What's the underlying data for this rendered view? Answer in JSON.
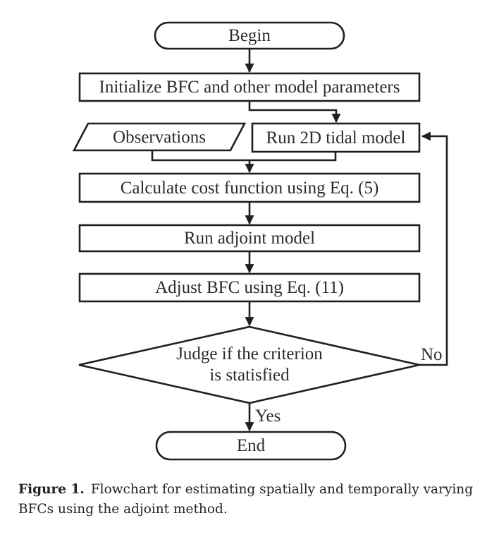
{
  "figure": {
    "caption_label": "Figure 1.",
    "caption_text": "Flowchart for estimating spatially and temporally varying BFCs using the adjoint method."
  },
  "flowchart": {
    "colors": {
      "stroke": "#1f1f1f",
      "text": "#2b2b2b",
      "background": "#ffffff"
    },
    "nodes": {
      "begin": {
        "type": "terminator",
        "label": "Begin"
      },
      "initialize": {
        "type": "process",
        "label": "Initialize BFC and other model parameters"
      },
      "observations": {
        "type": "data",
        "label": "Observations"
      },
      "run_tidal": {
        "type": "process",
        "label": "Run 2D tidal model"
      },
      "cost": {
        "type": "process",
        "label": "Calculate cost function using Eq. (5)"
      },
      "adjoint": {
        "type": "process",
        "label": "Run adjoint model"
      },
      "adjust": {
        "type": "process",
        "label": "Adjust BFC using Eq. (11)"
      },
      "judge": {
        "type": "decision",
        "label_line1": "Judge if the criterion",
        "label_line2": "is statisfied"
      },
      "end": {
        "type": "terminator",
        "label": "End"
      }
    },
    "edge_labels": {
      "yes": "Yes",
      "no": "No"
    }
  }
}
